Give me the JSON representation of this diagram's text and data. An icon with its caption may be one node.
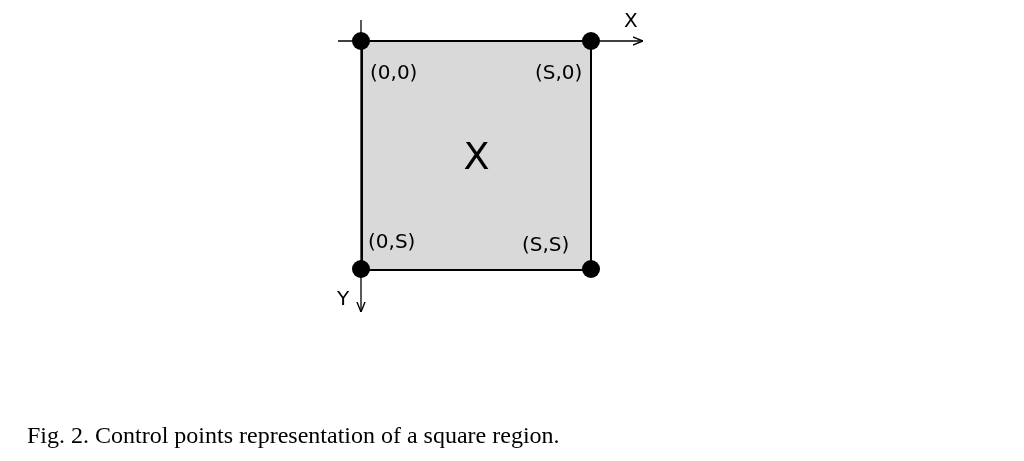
{
  "diagram": {
    "caption": "Fig. 2. Control points representation of a square region.",
    "nodes": [
      {
        "text": [
          "X"
        ]
      },
      {
        "text": [],
        "shape": "circle"
      },
      {
        "text": [],
        "shape": "circle"
      },
      {
        "text": [],
        "shape": "circle"
      },
      {
        "text": [],
        "shape": "circle"
      }
    ],
    "edges": [],
    "labels": [
      "X",
      "(0,0)",
      "(S,0)",
      "(0,S)",
      "(S,S)",
      "Y"
    ]
  }
}
